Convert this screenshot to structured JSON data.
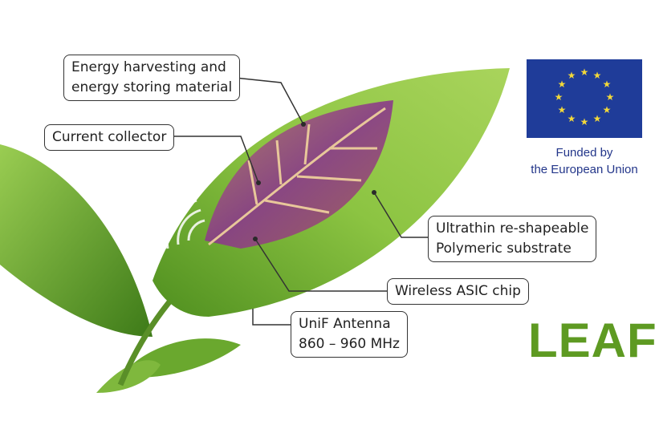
{
  "callouts": {
    "energy": [
      "Energy harvesting and",
      "energy storing material"
    ],
    "collector": "Current collector",
    "substrate": [
      "Ultrathin re-shapeable",
      "Polymeric substrate"
    ],
    "asic": "Wireless ASIC chip",
    "antenna": [
      "UniF Antenna",
      "860 – 960 MHz"
    ]
  },
  "eu": {
    "line1": "Funded by",
    "line2": "the European Union"
  },
  "logo": "LEAF",
  "colors": {
    "leaf": "#7cb53a",
    "device": "#8a3a7a",
    "eu_blue": "#1f3c99",
    "eu_star": "#f2d83a",
    "logo": "#5e9a22"
  }
}
